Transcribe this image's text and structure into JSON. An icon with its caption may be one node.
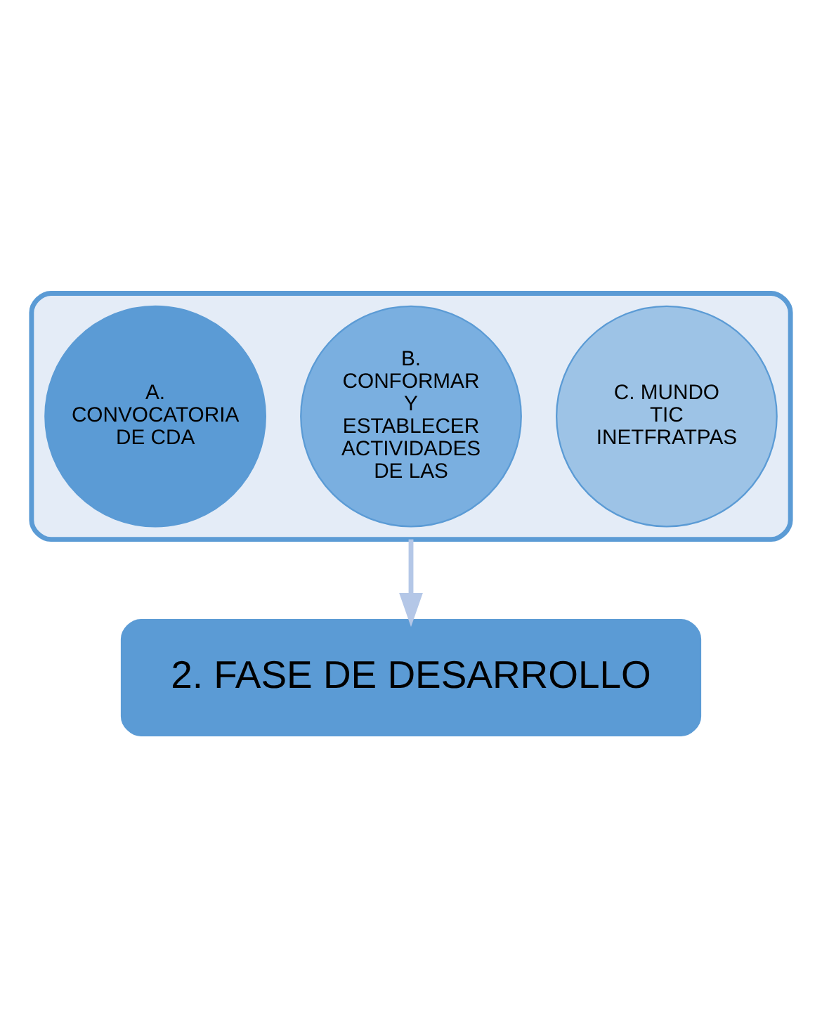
{
  "diagram": {
    "nodes": [
      {
        "text": [],
        "shape": "funnel"
      },
      {
        "text": [
          "A. CONVOCATORIA DE CDA"
        ],
        "in": 0
      },
      {
        "text": [
          "B. CONFORMAR Y ESTABLECER ACTIVIDADES DE LAS"
        ],
        "in": 0
      },
      {
        "text": [
          "C. MUNDO TIC INETFRATPAS"
        ],
        "in": 0
      },
      {
        "text": [
          "2. FASE DE DESARROLLO"
        ]
      }
    ],
    "edges": [
      {
        "from": 0,
        "to": 4,
        "arrow": "to"
      }
    ]
  }
}
